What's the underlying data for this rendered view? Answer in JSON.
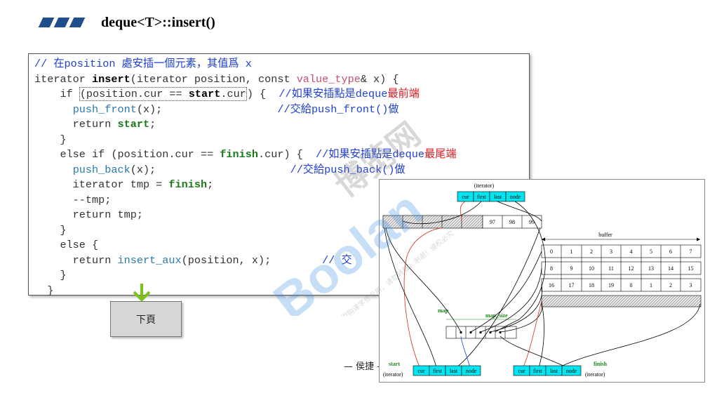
{
  "page": {
    "title": "deque<T>::insert()",
    "author": "— 侯捷 —",
    "next_button": "下頁"
  },
  "code": {
    "line1": "// 在position 處安插一個元素，其值爲 x",
    "line2_a": "iterator ",
    "line2_b": "insert",
    "line2_c": "(iterator position, const ",
    "line2_d": "value_type",
    "line2_e": "& x) {",
    "line3_a": "    if ",
    "line3_b": "(position.cur == ",
    "line3_c": "start",
    "line3_d": ".cur",
    "line3_e": ") {  ",
    "line3_f": "//如果安插點是deque",
    "line3_g": "最前端",
    "line4_a": "      ",
    "line4_b": "push_front",
    "line4_c": "(x);                  ",
    "line4_d": "//交給push_front()做",
    "line5_a": "      return ",
    "line5_b": "start",
    "line5_c": ";",
    "line6": "    }",
    "line7_a": "    else if (position.cur == ",
    "line7_b": "finish",
    "line7_c": ".cur) {  ",
    "line7_d": "//如果安插點是deque",
    "line7_e": "最尾端",
    "line8_a": "      ",
    "line8_b": "push_back",
    "line8_c": "(x);                     ",
    "line8_d": "//交給push_back()做",
    "line9_a": "      iterator tmp = ",
    "line9_b": "finish",
    "line9_c": ";",
    "line10": "      --tmp;",
    "line11": "      return tmp;",
    "line12": "    }",
    "line13": "    else {",
    "line14_a": "      return ",
    "line14_b": "insert_aux",
    "line14_c": "(position, x);        ",
    "line14_d": "// 交",
    "line15": "    }",
    "line16": "  }"
  },
  "diagram": {
    "iterator_caption": "(iterator)",
    "fields": [
      "cur",
      "first",
      "last",
      "node"
    ],
    "buffer_label": "buffer",
    "top_buffer": [
      "97",
      "98",
      "99"
    ],
    "rows": [
      [
        "0",
        "1",
        "2",
        "3",
        "4",
        "5",
        "6",
        "7"
      ],
      [
        "8",
        "9",
        "10",
        "11",
        "12",
        "13",
        "14",
        "15"
      ],
      [
        "16",
        "17",
        "18",
        "19",
        "0",
        "1",
        "2",
        "3"
      ]
    ],
    "map_label": "map",
    "map_size_label": "map_size",
    "start_label": "start",
    "finish_label": "finish",
    "iter_label": "(iterator)"
  },
  "watermark": {
    "brand": "Boolan",
    "cn": "博览网",
    "small": "本讲义仅供购课学员专用，请勿转载，谢谢！侵权必究"
  },
  "colors": {
    "comment": "#1f3fd6",
    "keyword_green": "#1a7a1a",
    "iterator_cyan": "#00e5f0",
    "pointer_red": "#d8281e",
    "watermark_blue": "#3b8fe0"
  }
}
